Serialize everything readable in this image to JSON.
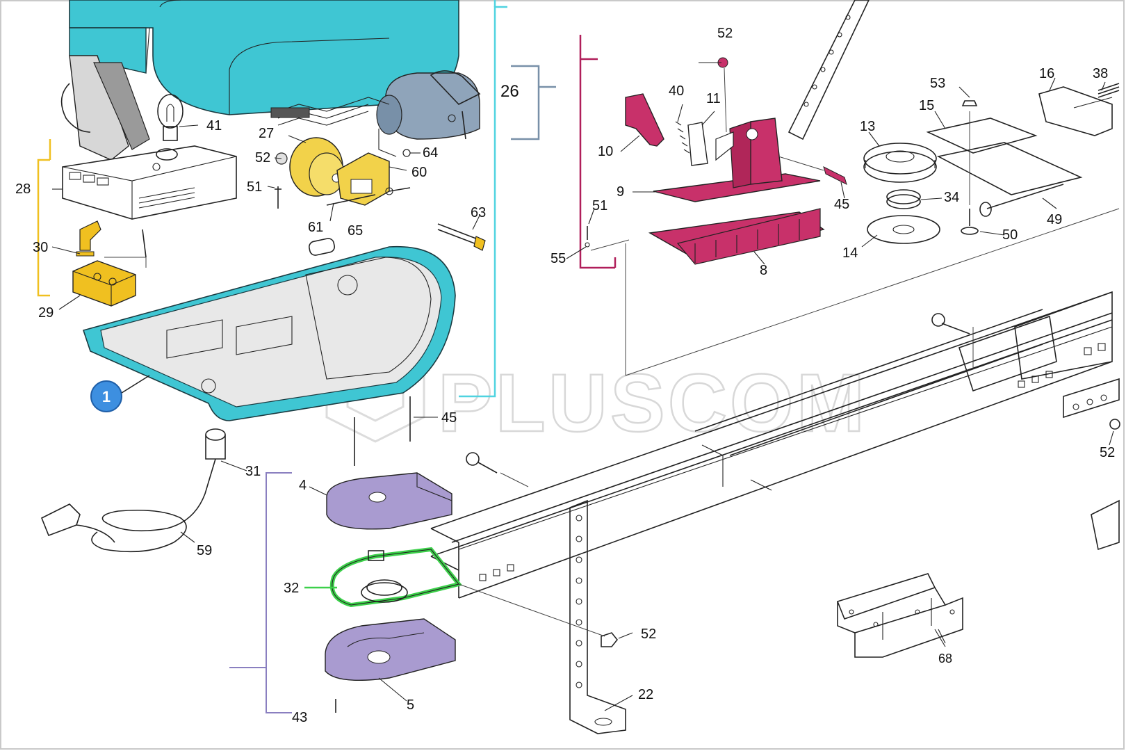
{
  "watermark": {
    "text": "PLUSCOM"
  },
  "highlight_badge": {
    "text": "1"
  },
  "colors": {
    "housing_cyan": "#3fc6d3",
    "motor_yellow": "#f2d24a",
    "carriage_magenta": "#c8316a",
    "plate_lavender": "#a99bd0",
    "chain_green": "#3cd04a",
    "badge_blue": "#3d8fe0",
    "bracket_cyan": "#4fd3e0",
    "bracket_slate": "#7890a8",
    "bracket_magenta": "#b01e5a",
    "bracket_purple": "#8a7fc0",
    "bracket_yellow": "#f0c020"
  },
  "part_labels": {
    "p41": "41",
    "p28": "28",
    "p30": "30",
    "p29": "29",
    "p27": "27",
    "p52a": "52",
    "p51a": "51",
    "p61": "61",
    "p64": "64",
    "p60": "60",
    "p26": "26",
    "p63": "63",
    "p65": "65",
    "p45a": "45",
    "p52b": "52",
    "p40": "40",
    "p11": "11",
    "p10": "10",
    "p9": "9",
    "p51b": "51",
    "p55": "55",
    "p8": "8",
    "p45b": "45",
    "p53": "53",
    "p16": "16",
    "p38": "38",
    "p15": "15",
    "p13": "13",
    "p34": "34",
    "p49": "49",
    "p14": "14",
    "p50": "50",
    "p52c": "52",
    "p31": "31",
    "p59": "59",
    "p4": "4",
    "p32": "32",
    "p5": "5",
    "p43": "43",
    "p52d": "52",
    "p22": "22",
    "p68": "68"
  }
}
